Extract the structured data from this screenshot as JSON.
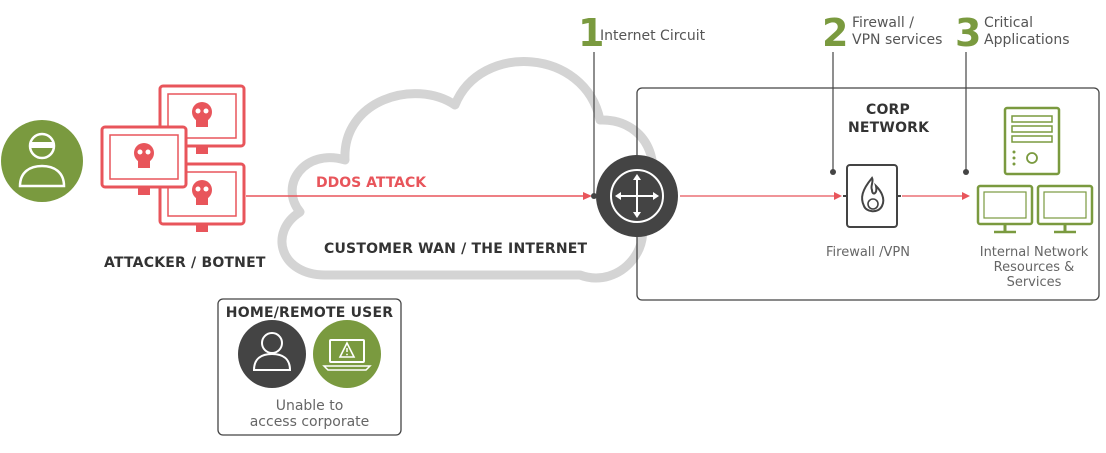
{
  "steps": [
    {
      "number": "1",
      "label": "Internet Circuit"
    },
    {
      "number": "2",
      "label_line1": "Firewall /",
      "label_line2": "VPN services"
    },
    {
      "number": "3",
      "label_line1": "Critical",
      "label_line2": "Applications"
    }
  ],
  "corp_network": {
    "line1": "CORP",
    "line2": "NETWORK"
  },
  "ddos_attack": "DDOS ATTACK",
  "customer_wan": "CUSTOMER WAN / THE INTERNET",
  "attacker": "ATTACKER / BOTNET",
  "firewall_vpn": "Firewall /VPN",
  "internal": {
    "line1": "Internal Network",
    "line2": "Resources &",
    "line3": "Services"
  },
  "home_user": {
    "title": "HOME/REMOTE USER",
    "line1": "Unable to",
    "line2": "access corporate"
  },
  "colors": {
    "green": "#7a9a3f",
    "red": "#e8555b",
    "dark": "#444444",
    "cloud": "#d4d4d4"
  },
  "icons": [
    "attacker-icon",
    "skull-monitor-icon",
    "router-icon",
    "firewall-flame-icon",
    "server-icon",
    "workstation-icon",
    "user-icon",
    "warning-laptop-icon"
  ]
}
